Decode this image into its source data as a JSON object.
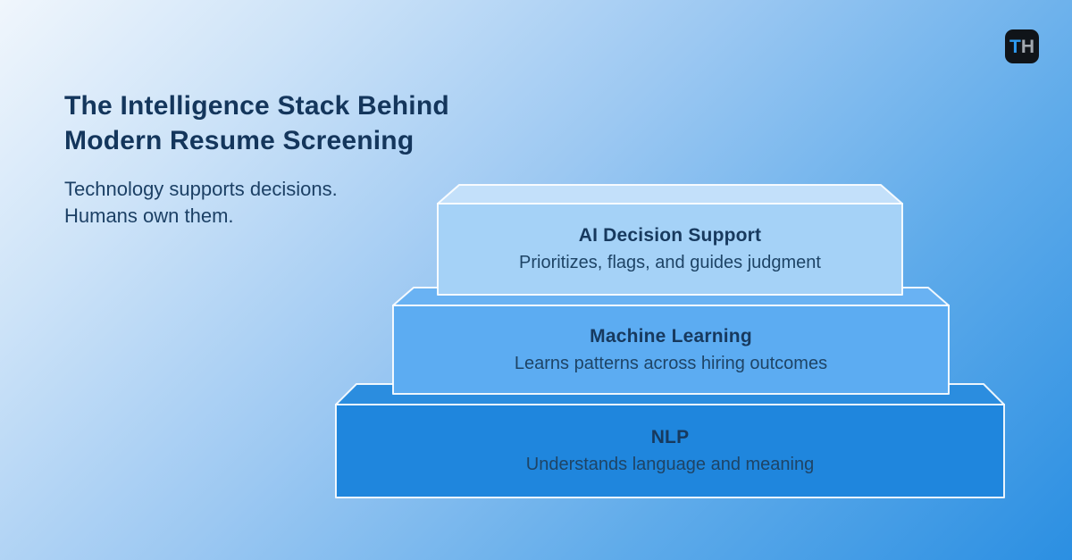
{
  "header": {
    "title": "The Intelligence Stack Behind\nModern Resume Screening",
    "subtitle": "Technology supports decisions.\nHumans own them."
  },
  "logo": {
    "letter_first": "T",
    "letter_second": "H",
    "background_color": "#101419",
    "letter_first_color": "#2f9bf0",
    "letter_second_color": "#a2a8af"
  },
  "stack": {
    "border_color": "#ffffff",
    "text_color": "#1b3e61",
    "layers": [
      {
        "name": "AI Decision Support",
        "description": "Prioritizes, flags, and guides judgment",
        "front_color": "#a5d2f7",
        "top_color": "#c3e0fa"
      },
      {
        "name": "Machine Learning",
        "description": "Learns patterns across hiring outcomes",
        "front_color": "#5cacf2",
        "top_color": "#69b2f3"
      },
      {
        "name": "NLP",
        "description": "Understands language and meaning",
        "front_color": "#1f86dd",
        "top_color": "#2b8ddf"
      }
    ]
  },
  "background": {
    "gradient_start": "#f0f6fc",
    "gradient_end": "#2b8fe2"
  }
}
